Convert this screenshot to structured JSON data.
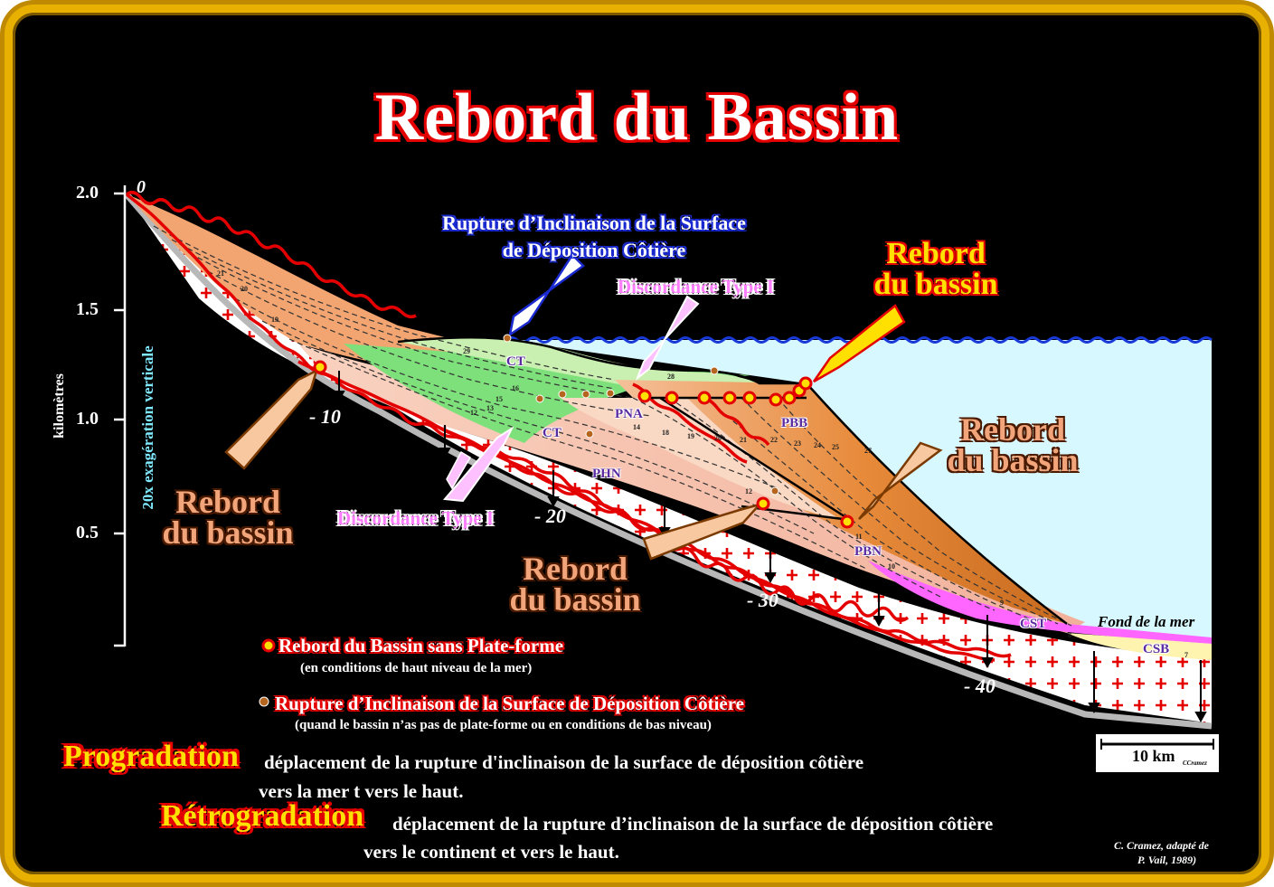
{
  "title": "Rebord du Bassin",
  "axis": {
    "label": "kilomètres",
    "exaggeration": "20x exagération verticale",
    "ticks": [
      "2.0",
      "1.5",
      "1.0",
      "0.5"
    ],
    "top_value": "0"
  },
  "depth_labels": [
    "- 10",
    "- 20",
    "- 30",
    "- 40"
  ],
  "callouts": {
    "rupture_title_line1": "Rupture d’Inclinaison de la Surface",
    "rupture_title_line2": "de Déposition Côtière",
    "discordance_top": "Discordance Type I",
    "discordance_bottom": "Discordance Type I",
    "rebord_yellow_line1": "Rebord",
    "rebord_yellow_line2": "du bassin",
    "rebord_right_line1": "Rebord",
    "rebord_right_line2": "du bassin",
    "rebord_left_line1": "Rebord",
    "rebord_left_line2": "du bassin",
    "rebord_mid_line1": "Rebord",
    "rebord_mid_line2": "du bassin",
    "fond_de_la_mer": "Fond de la mer"
  },
  "units": [
    "CT",
    "CT",
    "PNA",
    "PBB",
    "PHN",
    "PBN",
    "CST",
    "CSB"
  ],
  "layer_numbers": [
    "21",
    "20",
    "19",
    "29",
    "28",
    "16",
    "15",
    "13",
    "12",
    "14",
    "18",
    "19",
    "20",
    "21",
    "22",
    "23",
    "24",
    "25",
    "27",
    "12",
    "11",
    "10",
    "9",
    "8",
    "7"
  ],
  "legend": {
    "item1": "Rebord du Bassin sans Plate-forme",
    "item1_sub": "(en conditions de haut niveau de la mer)",
    "item2": "Rupture d’Inclinaison de la Surface de Déposition Côtière",
    "item2_sub": "(quand le bassin n’as pas de plate-forme ou en conditions de bas niveau)"
  },
  "definitions": {
    "prog_term": "Progradation",
    "prog_text1": "déplacement de la rupture d'inclinaison de la surface de déposition côtière",
    "prog_text2": "vers la mer t vers le haut.",
    "retro_term": "Rétrogradation",
    "retro_text1": "déplacement de la rupture d’inclinaison de la surface de déposition côtière",
    "retro_text2": "vers le continent et vers le haut."
  },
  "scale": {
    "label": "10 km",
    "credit_small": "CCramez"
  },
  "credit": {
    "line1": "C. Cramez, adapté de",
    "line2": "P. Vail, 1989)"
  },
  "colors": {
    "frame": "#e8b000",
    "sea": "#d8f8ff",
    "basement": "#ffffff",
    "red_line": "#e40000",
    "highstand_orange": "#e2812a",
    "green": "#7ee07a",
    "pink": "#f6b9a6",
    "magenta": "#ff66ff",
    "title_red": "#e40000"
  }
}
